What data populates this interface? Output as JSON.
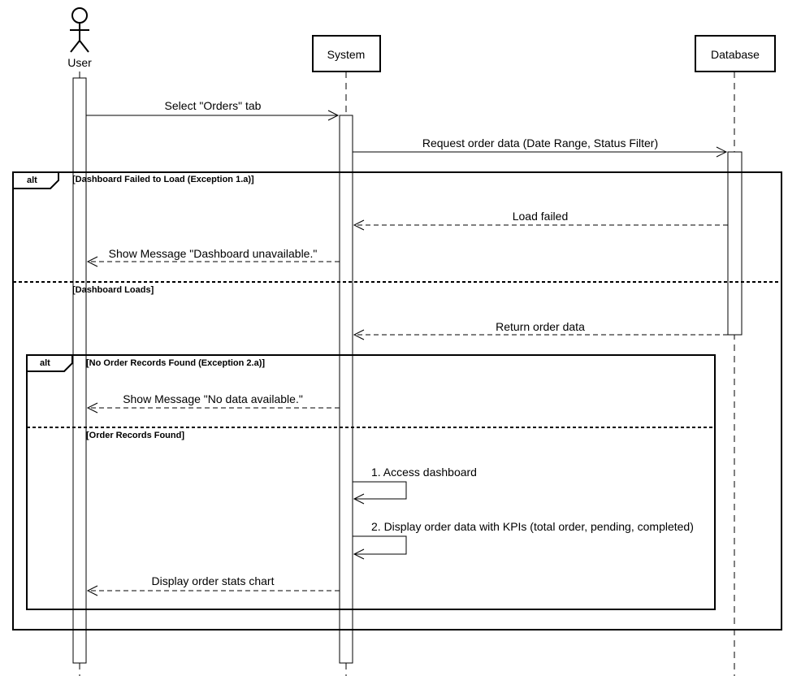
{
  "participants": {
    "user": "User",
    "system": "System",
    "database": "Database"
  },
  "messages": {
    "m1": "Select \"Orders\" tab",
    "m2": "Request order data (Date Range, Status Filter)",
    "m3": "Load failed",
    "m4": "Show Message \"Dashboard unavailable.\"",
    "m5": "Return order data",
    "m6": "Show Message \"No data available.\"",
    "m7": "1. Access dashboard",
    "m8": "2. Display order data with KPIs (total order, pending, completed)",
    "m9": "Display order stats chart"
  },
  "fragments": {
    "outer": {
      "operator": "alt",
      "guard1": "[Dashboard Failed to Load (Exception 1.a)]",
      "guard2": "[Dashboard Loads]"
    },
    "inner": {
      "operator": "alt",
      "guard1": "[No Order Records Found (Exception 2.a)]",
      "guard2": "[Order Records Found]"
    }
  }
}
